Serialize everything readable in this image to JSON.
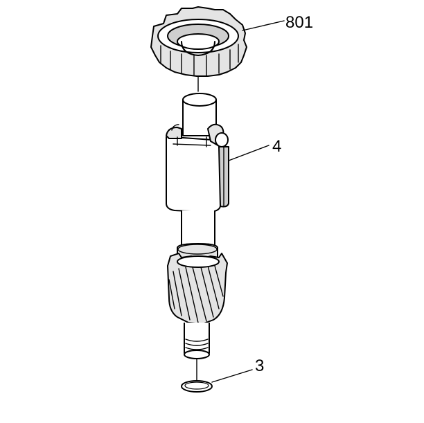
{
  "callouts": {
    "gear": "801",
    "shaft_assembly": "4",
    "ring": "3"
  },
  "colors": {
    "line": "#000000",
    "shade": "#cfcfcf",
    "light_shade": "#e4e4e4",
    "background": "#ffffff"
  }
}
